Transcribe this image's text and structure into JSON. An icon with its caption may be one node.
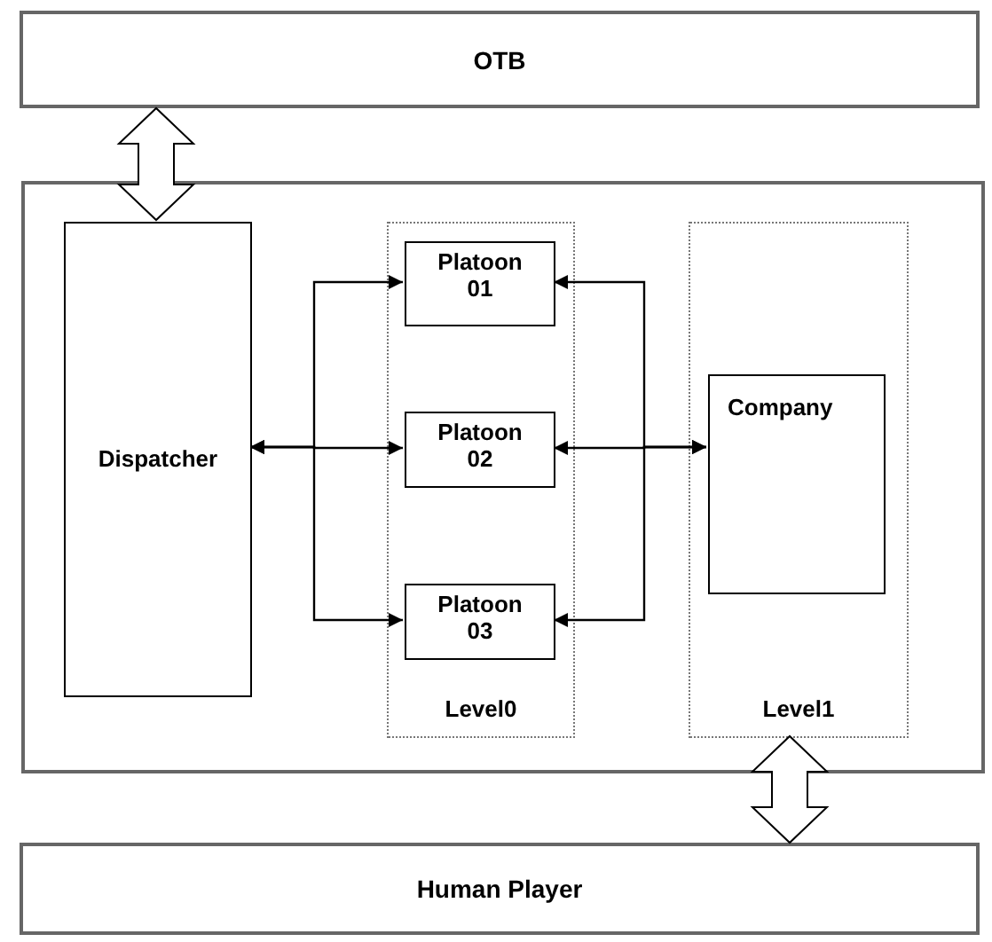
{
  "diagram": {
    "nodes": [
      {
        "text": [
          "OTB"
        ]
      },
      {
        "text": [],
        "shape": "box"
      },
      {
        "text": [
          "Dispatcher"
        ],
        "in": 1
      },
      {
        "text": [
          "Level0"
        ],
        "in": 1
      },
      {
        "text": [
          "Platoon 01"
        ],
        "in": 3
      },
      {
        "text": [
          "Platoon 02"
        ],
        "in": 3
      },
      {
        "text": [
          "Platoon 03"
        ],
        "in": 3
      },
      {
        "text": [
          "Level1"
        ],
        "in": 1
      },
      {
        "text": [
          "Company"
        ],
        "in": 7
      },
      {
        "text": [
          "Human Player"
        ]
      }
    ],
    "edges": [
      {
        "from": 0,
        "to": 2,
        "arrow": "both",
        "style": "thick"
      },
      {
        "from": 2,
        "to": 4,
        "arrow": "both"
      },
      {
        "from": 2,
        "to": 5,
        "arrow": "both"
      },
      {
        "from": 2,
        "to": 6,
        "arrow": "both"
      },
      {
        "from": 8,
        "to": 4,
        "arrow": "both"
      },
      {
        "from": 8,
        "to": 5,
        "arrow": "both"
      },
      {
        "from": 8,
        "to": 6,
        "arrow": "both"
      },
      {
        "from": 7,
        "to": 9,
        "arrow": "both",
        "style": "thick"
      }
    ]
  }
}
